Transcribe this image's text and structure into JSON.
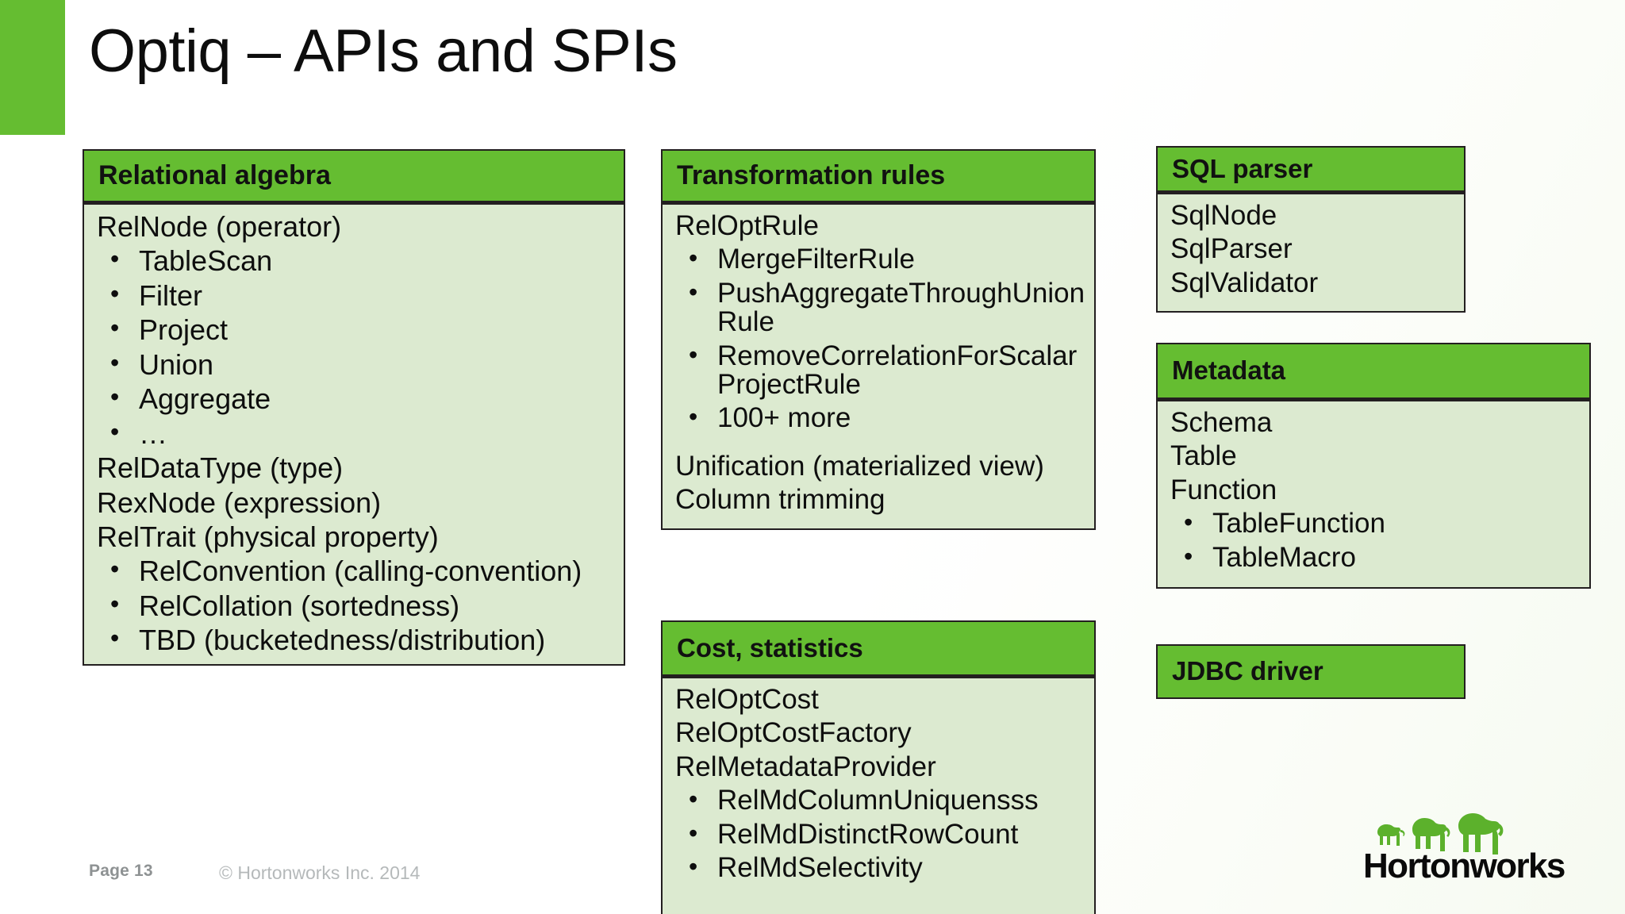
{
  "slide": {
    "title": "Optiq – APIs and SPIs",
    "accent_color": "#65bd31",
    "header_color": "#65bd31",
    "body_color": "#dcead0",
    "border_color": "#231f20"
  },
  "cards": {
    "relational_algebra": {
      "title": "Relational algebra",
      "lines": [
        {
          "text": "RelNode (operator)",
          "bullet": false
        },
        {
          "text": "TableScan",
          "bullet": true
        },
        {
          "text": "Filter",
          "bullet": true
        },
        {
          "text": "Project",
          "bullet": true
        },
        {
          "text": "Union",
          "bullet": true
        },
        {
          "text": "Aggregate",
          "bullet": true
        },
        {
          "text": "…",
          "bullet": true
        },
        {
          "text": "RelDataType (type)",
          "bullet": false
        },
        {
          "text": "RexNode (expression)",
          "bullet": false
        },
        {
          "text": "RelTrait (physical property)",
          "bullet": false
        },
        {
          "text": "RelConvention (calling-convention)",
          "bullet": true
        },
        {
          "text": "RelCollation (sortedness)",
          "bullet": true
        },
        {
          "text": "TBD (bucketedness/distribution)",
          "bullet": true
        }
      ]
    },
    "transformation_rules": {
      "title": "Transformation rules",
      "lines": [
        {
          "text": "RelOptRule",
          "bullet": false
        },
        {
          "text": "MergeFilterRule",
          "bullet": true
        },
        {
          "text": "PushAggregateThroughUnionRule",
          "bullet": true
        },
        {
          "text": "RemoveCorrelationForScalarProjectRule",
          "bullet": true
        },
        {
          "text": "100+ more",
          "bullet": true
        },
        {
          "text": "",
          "bullet": false,
          "spacer": true
        },
        {
          "text": "Unification (materialized view)",
          "bullet": false
        },
        {
          "text": "Column trimming",
          "bullet": false
        }
      ]
    },
    "cost_statistics": {
      "title": "Cost, statistics",
      "lines": [
        {
          "text": "RelOptCost",
          "bullet": false
        },
        {
          "text": "RelOptCostFactory",
          "bullet": false
        },
        {
          "text": "RelMetadataProvider",
          "bullet": false
        },
        {
          "text": "RelMdColumnUniquensss",
          "bullet": true
        },
        {
          "text": "RelMdDistinctRowCount",
          "bullet": true
        },
        {
          "text": "RelMdSelectivity",
          "bullet": true
        }
      ]
    },
    "sql_parser": {
      "title": "SQL parser",
      "lines": [
        {
          "text": "SqlNode",
          "bullet": false
        },
        {
          "text": "SqlParser",
          "bullet": false
        },
        {
          "text": "SqlValidator",
          "bullet": false
        }
      ]
    },
    "metadata": {
      "title": "Metadata",
      "lines": [
        {
          "text": "Schema",
          "bullet": false
        },
        {
          "text": "Table",
          "bullet": false
        },
        {
          "text": "Function",
          "bullet": false
        },
        {
          "text": "TableFunction",
          "bullet": true
        },
        {
          "text": "TableMacro",
          "bullet": true
        }
      ]
    },
    "jdbc_driver": {
      "title": "JDBC driver",
      "lines": []
    }
  },
  "footer": {
    "page_label": "Page 13",
    "copyright": "© Hortonworks Inc. 2014"
  },
  "logo": {
    "wordmark": "Hortonworks",
    "icon": "three-elephants-icon",
    "color": "#5cb12c"
  }
}
